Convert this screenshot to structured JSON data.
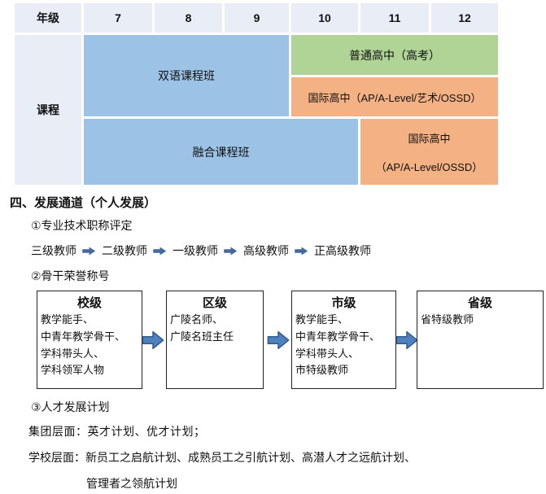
{
  "colors": {
    "header_bg": "#e8edf6",
    "label_bg": "#e8edf6",
    "blue": "#9cc3e5",
    "green": "#afd495",
    "orange": "#f4b183",
    "arrow_small": "#44699d",
    "big_arrow_fill": "#4f81bd",
    "big_arrow_stroke": "#2e5b8f"
  },
  "table": {
    "grade_label": "年级",
    "grades": [
      "7",
      "8",
      "9",
      "10",
      "11",
      "12"
    ],
    "course_label": "课程",
    "bilingual": "双语课程班",
    "regular_high": "普通高中（高考）",
    "intl_high_full": "国际高中（AP/A-Level/艺术/OSSD）",
    "fusion": "融合课程班",
    "intl_high_line1": "国际高中",
    "intl_high_line2": "（AP/A-Level/OSSD）"
  },
  "section": {
    "heading": "四、发展通道（个人发展）",
    "item1": "①专业技术职称评定",
    "ladder": {
      "levels": [
        "三级教师",
        "二级教师",
        "一级教师",
        "高级教师",
        "正高级教师"
      ]
    },
    "item2": "②骨干荣誉称号",
    "boxes": [
      {
        "title": "校级",
        "content": "教学能手、\n中青年教学骨干、\n学科带头人、\n学科领军人物"
      },
      {
        "title": "区级",
        "content": "广陵名师、\n广陵名班主任"
      },
      {
        "title": "市级",
        "content": "教学能手、\n中青年教学骨干、\n学科带头人、\n市特级教师"
      },
      {
        "title": "省级",
        "content": "省特级教师"
      }
    ],
    "item3": "③人才发展计划",
    "group_line": "集团层面：英才计划、优才计划；",
    "school_line1": "学校层面：新员工之启航计划、成熟员工之引航计划、高潜人才之远航计划、",
    "school_line2": "管理者之领航计划"
  }
}
